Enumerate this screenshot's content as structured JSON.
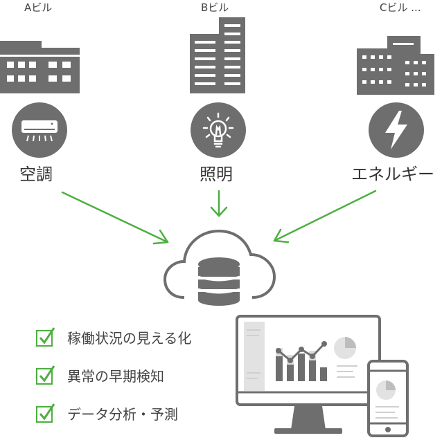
{
  "buildings": [
    {
      "label": "Aビル",
      "icon": "building-a-icon"
    },
    {
      "label": "Bビル",
      "icon": "building-b-icon"
    },
    {
      "label": "Cビル ...",
      "icon": "building-c-icon"
    }
  ],
  "categories": [
    {
      "label": "空調",
      "icon": "air-conditioner-icon"
    },
    {
      "label": "照明",
      "icon": "light-bulb-icon"
    },
    {
      "label": "エネルギー",
      "icon": "lightning-icon"
    }
  ],
  "center_icon": "cloud-database-icon",
  "benefits": [
    {
      "label": "稼働状況の見える化"
    },
    {
      "label": "異常の早期検知"
    },
    {
      "label": "データ分析・予測"
    }
  ],
  "devices": [
    "monitor-dashboard-icon",
    "smartphone-dashboard-icon"
  ],
  "colors": {
    "icon_gray": "#6e6e6e",
    "arrow_green": "#4caf3f",
    "check_green": "#4caf3f"
  }
}
